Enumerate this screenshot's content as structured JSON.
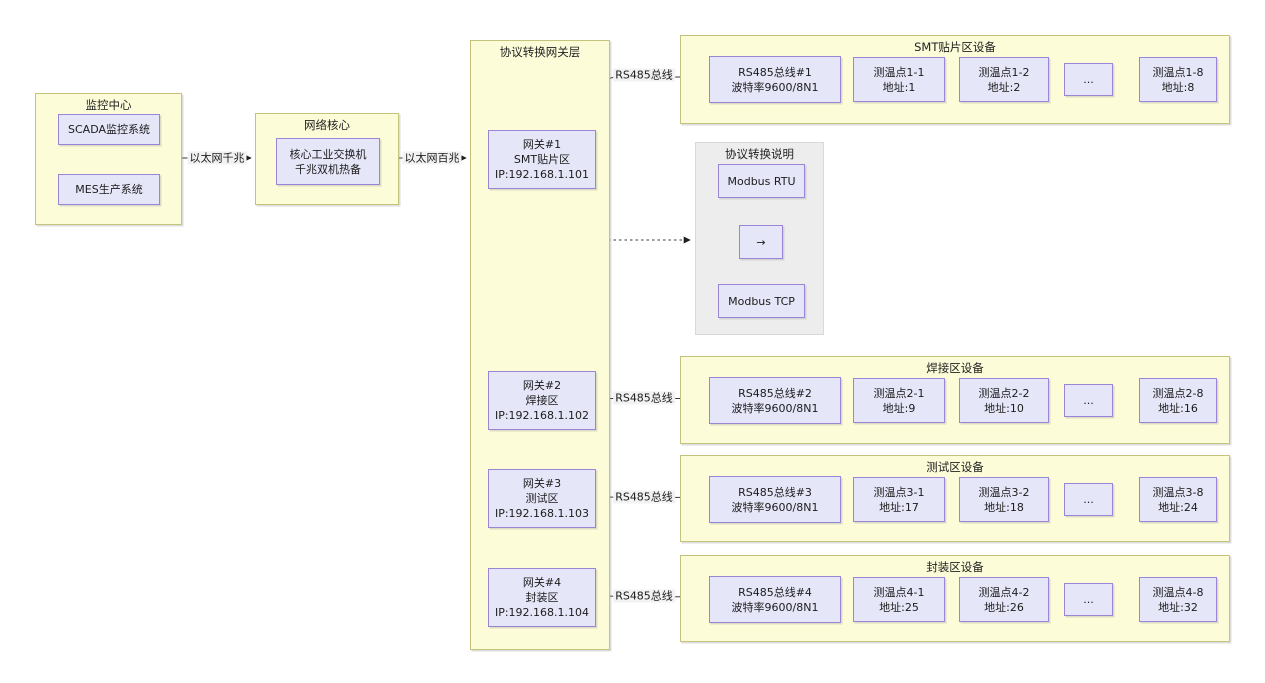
{
  "colors": {
    "group_fill": "#fcfcd9",
    "group_border": "#c3c37c",
    "node_fill": "#e6e6f9",
    "node_border": "#9a85d6",
    "note_fill": "#ededed",
    "note_border": "#d9d9d9",
    "wire": "#3a3a3a",
    "edge_label_bg": "#f2f2f2"
  },
  "monitoring": {
    "title": "监控中心",
    "scada": "SCADA监控系统",
    "mes": "MES生产系统"
  },
  "network_core": {
    "title": "网络核心",
    "switch_line1": "核心工业交换机",
    "switch_line2": "千兆双机热备"
  },
  "gateway_layer": {
    "title": "协议转换网关层",
    "gateways": [
      {
        "name": "网关#1",
        "zone": "SMT贴片区",
        "ip": "IP:192.168.1.101"
      },
      {
        "name": "网关#2",
        "zone": "焊接区",
        "ip": "IP:192.168.1.102"
      },
      {
        "name": "网关#3",
        "zone": "测试区",
        "ip": "IP:192.168.1.103"
      },
      {
        "name": "网关#4",
        "zone": "封装区",
        "ip": "IP:192.168.1.104"
      }
    ]
  },
  "protocol_note": {
    "title": "协议转换说明",
    "rtu": "Modbus RTU",
    "arrow": "→",
    "tcp": "Modbus TCP"
  },
  "edge_labels": {
    "gigabit": "以太网千兆",
    "fast": "以太网百兆",
    "rs485": "RS485总线"
  },
  "device_groups": [
    {
      "title": "SMT贴片区设备",
      "bus_line1": "RS485总线#1",
      "bus_line2": "波特率9600/8N1",
      "dev1_line1": "测温点1-1",
      "dev1_line2": "地址:1",
      "dev2_line1": "测温点1-2",
      "dev2_line2": "地址:2",
      "ellipsis": "...",
      "dev8_line1": "测温点1-8",
      "dev8_line2": "地址:8"
    },
    {
      "title": "焊接区设备",
      "bus_line1": "RS485总线#2",
      "bus_line2": "波特率9600/8N1",
      "dev1_line1": "测温点2-1",
      "dev1_line2": "地址:9",
      "dev2_line1": "测温点2-2",
      "dev2_line2": "地址:10",
      "ellipsis": "...",
      "dev8_line1": "测温点2-8",
      "dev8_line2": "地址:16"
    },
    {
      "title": "测试区设备",
      "bus_line1": "RS485总线#3",
      "bus_line2": "波特率9600/8N1",
      "dev1_line1": "测温点3-1",
      "dev1_line2": "地址:17",
      "dev2_line1": "测温点3-2",
      "dev2_line2": "地址:18",
      "ellipsis": "...",
      "dev8_line1": "测温点3-8",
      "dev8_line2": "地址:24"
    },
    {
      "title": "封装区设备",
      "bus_line1": "RS485总线#4",
      "bus_line2": "波特率9600/8N1",
      "dev1_line1": "测温点4-1",
      "dev1_line2": "地址:25",
      "dev2_line1": "测温点4-2",
      "dev2_line2": "地址:26",
      "ellipsis": "...",
      "dev8_line1": "测温点4-8",
      "dev8_line2": "地址:32"
    }
  ]
}
